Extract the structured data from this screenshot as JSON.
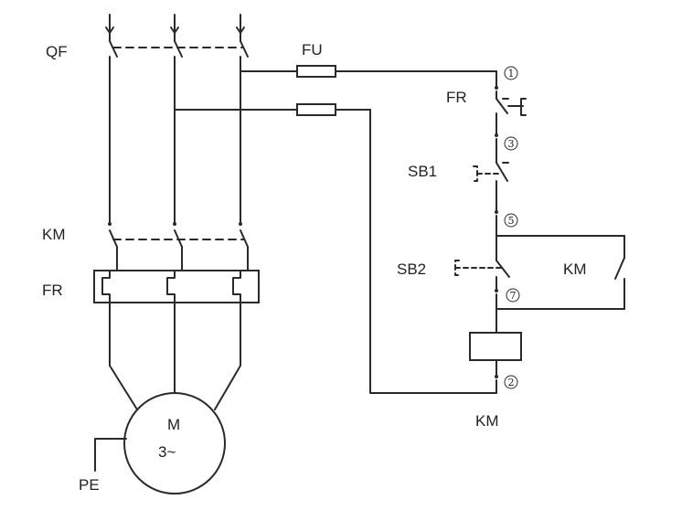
{
  "labels": {
    "qf": "QF",
    "fu": "FU",
    "km_main": "KM",
    "fr_main": "FR",
    "fr_ctrl": "FR",
    "sb1": "SB1",
    "sb2": "SB2",
    "km_aux": "KM",
    "km_coil": "KM",
    "motor_m": "M",
    "motor_phase": "3~",
    "pe": "PE"
  },
  "nodes": {
    "n1": "1",
    "n3": "3",
    "n5": "5",
    "n7": "7",
    "n2": "2"
  }
}
